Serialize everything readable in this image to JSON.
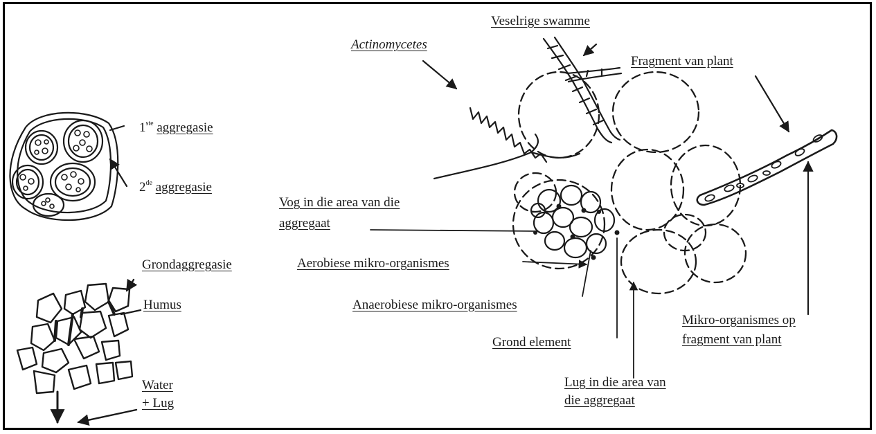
{
  "labels": {
    "actinomycetes": "Actinomycetes",
    "veselrige_swamme": "Veselrige swamme",
    "fragment_van_plant": "Fragment van plant",
    "aggregasie_1_num": "1",
    "aggregasie_1_sup": "ste",
    "aggregasie_1_text": "aggregasie",
    "aggregasie_2_num": "2",
    "aggregasie_2_sup": "de",
    "aggregasie_2_text": "aggregasie",
    "vog_line1": "Vog in die area van die",
    "vog_line2": "aggregaat",
    "grondaggregasie": "Grondaggregasie",
    "aerobiese": "Aerobiese mikro-organismes",
    "humus": "Humus",
    "anaerobiese": "Anaerobiese mikro-organismes",
    "mikro_line1": "Mikro-organismes op",
    "mikro_line2": "fragment van plant",
    "grond_element": "Grond element",
    "water": "Water",
    "lug": "+ Lug",
    "lug_area_line1": "Lug in die area van",
    "lug_area_line2": "die aggregaat"
  },
  "colors": {
    "ink": "#1a1a1a",
    "background": "#ffffff"
  }
}
